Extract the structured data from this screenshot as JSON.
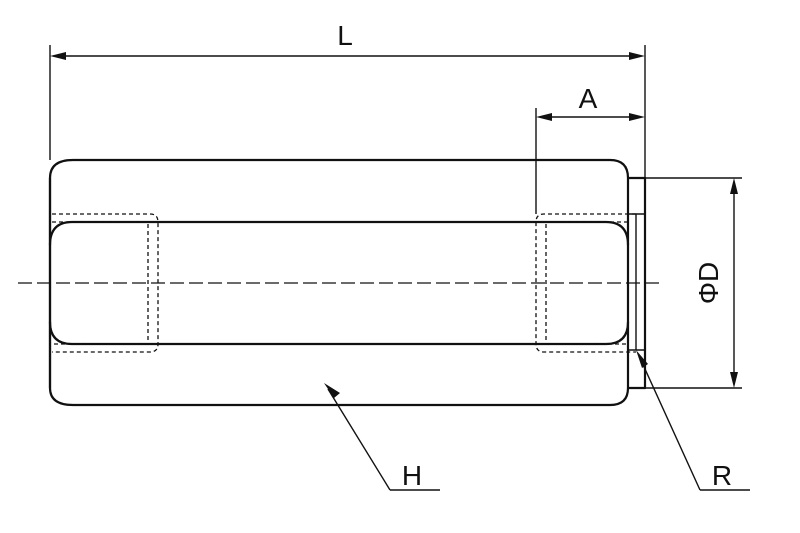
{
  "labels": {
    "length": "L",
    "thread_depth": "A",
    "diameter": "ΦD",
    "hex": "H",
    "thread": "R"
  }
}
